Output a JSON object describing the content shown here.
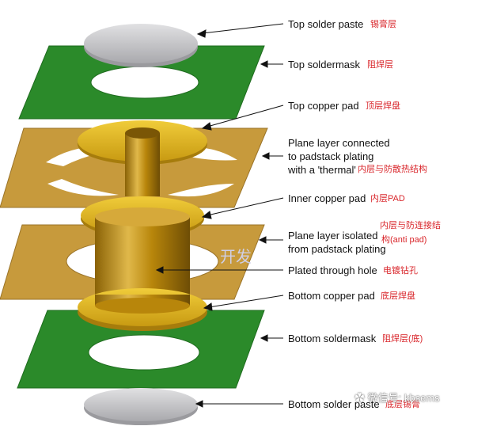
{
  "labels": {
    "top_paste": {
      "en": "Top solder paste",
      "cn": "锡膏层"
    },
    "top_mask": {
      "en": "Top soldermask",
      "cn": "阻焊层"
    },
    "top_pad": {
      "en": "Top copper pad",
      "cn": "顶层焊盘"
    },
    "plane_connected": {
      "en1": "Plane layer connected",
      "en2": "to padstack plating",
      "en3": "with a 'thermal'",
      "cn": "内层与防散热结构"
    },
    "inner_pad": {
      "en": "Inner copper pad",
      "cn": "内层PAD"
    },
    "plane_isolated": {
      "en1": "Plane layer isolated",
      "en2": "from padstack plating",
      "cn1": "内层与防连接结",
      "cn2": "构(anti pad)"
    },
    "through_hole": {
      "en": "Plated through hole",
      "cn": "电镀钻孔"
    },
    "bottom_pad": {
      "en": "Bottom copper pad",
      "cn": "底层焊盘"
    },
    "bottom_mask": {
      "en": "Bottom soldermask",
      "cn": "阻焊层(底)"
    },
    "bottom_paste": {
      "en": "Bottom solder paste",
      "cn": "底层锡膏"
    }
  },
  "watermark": {
    "text": "微信号: kbsems",
    "bg_text": "开发"
  },
  "colors": {
    "soldermask": "#2b8a2a",
    "copper_pad": "#d9b023",
    "plane": "#c79a3c",
    "paste": "#c9c9cb",
    "barrel": "#b8860b",
    "label_cn": "#d9262b"
  }
}
